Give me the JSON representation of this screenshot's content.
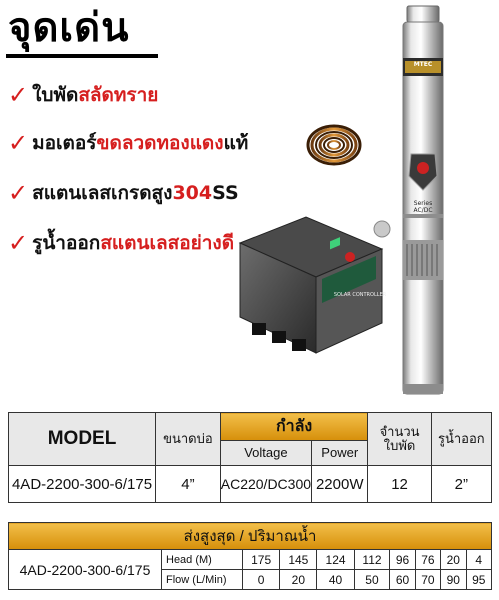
{
  "headline": "จุดเด่น",
  "features": [
    {
      "check": "✓",
      "prefix": "ใบพัด",
      "highlight": "สลัดทราย",
      "suffix": ""
    },
    {
      "check": "✓",
      "prefix": "มอเตอร์ ",
      "highlight": "ขดลวดทองแดง",
      "suffix": "แท้"
    },
    {
      "check": "✓",
      "prefix": "สแตนเลสเกรดสูง ",
      "highlight": "304",
      "suffix": " SS"
    },
    {
      "check": "✓",
      "prefix": "รูน้ำออก",
      "highlight": "สแตนเลสอย่างดี",
      "suffix": ""
    }
  ],
  "product": {
    "pump_brand": "MTEC",
    "pump_label": "Series AC/DC",
    "controller_label": "SOLAR CONTROLLER"
  },
  "spec_table": {
    "model_header": "MODEL",
    "pipe_header": "ขนาดบ่อ",
    "power_header": "กำลัง",
    "voltage_header": "Voltage",
    "power_sub_header": "Power",
    "blade_header_1": "จำนวน",
    "blade_header_2": "ใบพัด",
    "outlet_header": "รูน้ำออก",
    "row": {
      "model": "4AD-2200-300-6/175",
      "pipe": "4”",
      "voltage": "AC220/DC300",
      "power": "2200W",
      "blades": "12",
      "outlet": "2”"
    }
  },
  "performance_table": {
    "header": "ส่งสูงสุด / ปริมาณน้ำ",
    "model": "4AD-2200-300-6/175",
    "head_label": "Head (M)",
    "flow_label": "Flow (L/Min)",
    "head_values": [
      "175",
      "145",
      "124",
      "112",
      "96",
      "76",
      "20",
      "4"
    ],
    "flow_values": [
      "0",
      "20",
      "40",
      "50",
      "60",
      "70",
      "90",
      "95"
    ]
  },
  "colors": {
    "accent_red": "#d61f1f",
    "gold": "#e0a020",
    "header_gray": "#e8e8e8"
  }
}
